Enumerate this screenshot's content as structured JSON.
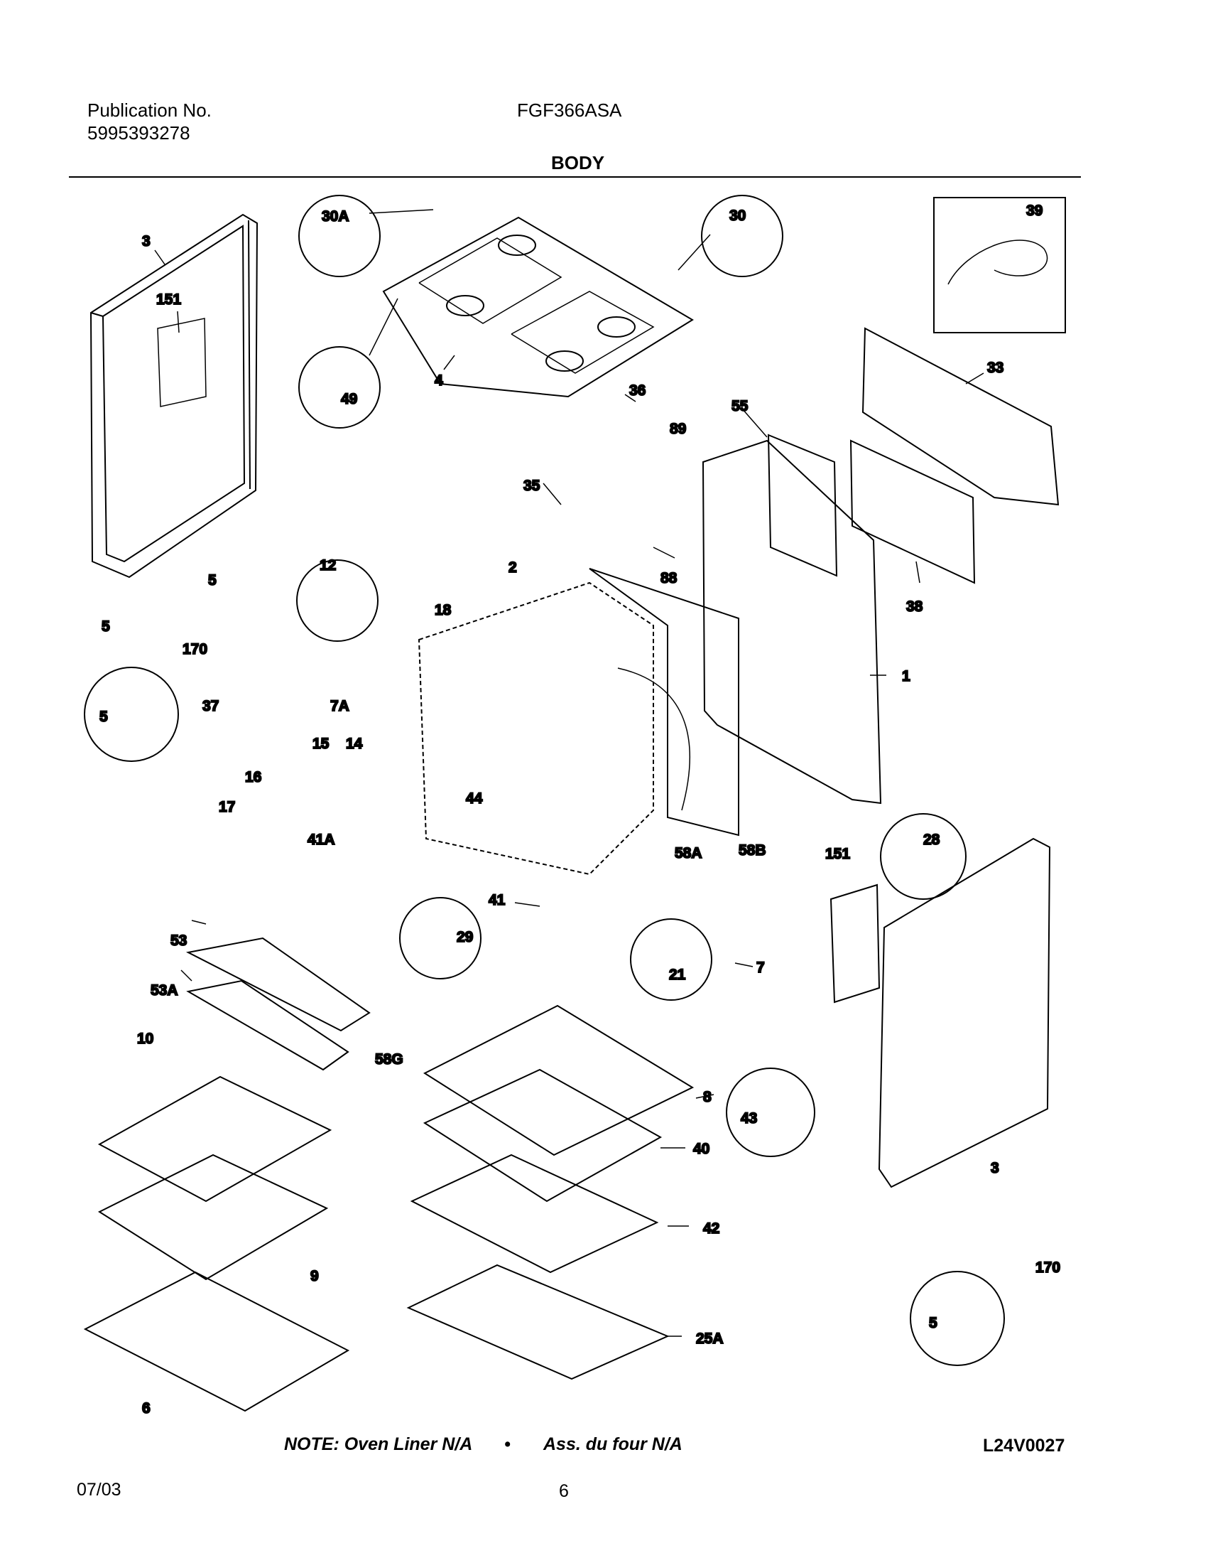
{
  "header": {
    "publication_label": "Publication No.",
    "publication_number": "5995393278",
    "model": "FGF366ASA",
    "section_title": "BODY"
  },
  "parts": [
    {
      "id": "p3a",
      "label": "3"
    },
    {
      "id": "p151a",
      "label": "151"
    },
    {
      "id": "p30A",
      "label": "30A"
    },
    {
      "id": "p30",
      "label": "30"
    },
    {
      "id": "p39",
      "label": "39"
    },
    {
      "id": "p49",
      "label": "49"
    },
    {
      "id": "p4",
      "label": "4"
    },
    {
      "id": "p36",
      "label": "36"
    },
    {
      "id": "p33",
      "label": "33"
    },
    {
      "id": "p55",
      "label": "55"
    },
    {
      "id": "p35",
      "label": "35"
    },
    {
      "id": "p89",
      "label": "89"
    },
    {
      "id": "p88",
      "label": "88"
    },
    {
      "id": "p38",
      "label": "38"
    },
    {
      "id": "p5a",
      "label": "5"
    },
    {
      "id": "p5b",
      "label": "5"
    },
    {
      "id": "p12",
      "label": "12"
    },
    {
      "id": "p2",
      "label": "2"
    },
    {
      "id": "p18",
      "label": "18"
    },
    {
      "id": "p170a",
      "label": "170"
    },
    {
      "id": "p1",
      "label": "1"
    },
    {
      "id": "p5c",
      "label": "5"
    },
    {
      "id": "p37",
      "label": "37"
    },
    {
      "id": "p7A",
      "label": "7A"
    },
    {
      "id": "p15",
      "label": "15"
    },
    {
      "id": "p14",
      "label": "14"
    },
    {
      "id": "p16",
      "label": "16"
    },
    {
      "id": "p44",
      "label": "44"
    },
    {
      "id": "p17",
      "label": "17"
    },
    {
      "id": "p41A",
      "label": "41A"
    },
    {
      "id": "p58A",
      "label": "58A"
    },
    {
      "id": "p58B",
      "label": "58B"
    },
    {
      "id": "p28",
      "label": "28"
    },
    {
      "id": "p151b",
      "label": "151"
    },
    {
      "id": "p41",
      "label": "41"
    },
    {
      "id": "p29",
      "label": "29"
    },
    {
      "id": "p53",
      "label": "53"
    },
    {
      "id": "p21",
      "label": "21"
    },
    {
      "id": "p7",
      "label": "7"
    },
    {
      "id": "p53A",
      "label": "53A"
    },
    {
      "id": "p58G",
      "label": "58G"
    },
    {
      "id": "p10",
      "label": "10"
    },
    {
      "id": "p8",
      "label": "8"
    },
    {
      "id": "p43",
      "label": "43"
    },
    {
      "id": "p40",
      "label": "40"
    },
    {
      "id": "p3b",
      "label": "3"
    },
    {
      "id": "p42",
      "label": "42"
    },
    {
      "id": "p9",
      "label": "9"
    },
    {
      "id": "p170b",
      "label": "170"
    },
    {
      "id": "p5d",
      "label": "5"
    },
    {
      "id": "p25A",
      "label": "25A"
    },
    {
      "id": "p6",
      "label": "6"
    }
  ],
  "footer": {
    "note_en": "NOTE: Oven Liner N/A",
    "bullet": "•",
    "note_fr": "Ass. du four N/A",
    "drawing_code": "L24V0027",
    "date": "07/03",
    "page": "6"
  }
}
